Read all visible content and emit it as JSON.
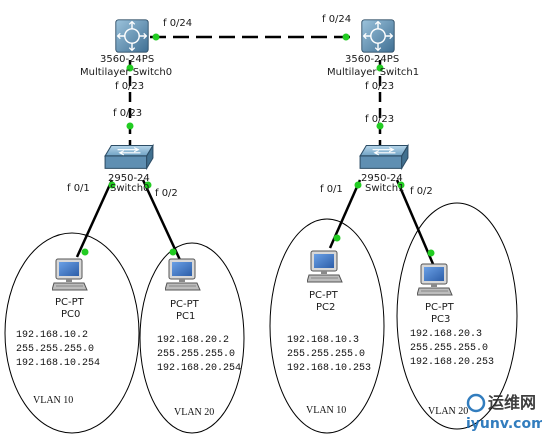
{
  "devices": {
    "ms0": {
      "model": "3560-24PS",
      "name": "Multilayer Switch0"
    },
    "ms1": {
      "model": "3560-24PS",
      "name": "Multilayer Switch1"
    },
    "sw0": {
      "model": "2950-24",
      "name": "Switch0"
    },
    "sw1": {
      "model": "2950-24",
      "name": "Switch1"
    },
    "pcs": [
      {
        "type": "PC-PT",
        "name": "PC0",
        "ip": "192.168.10.2",
        "mask": "255.255.255.0",
        "gateway": "192.168.10.254",
        "vlan": "VLAN 10"
      },
      {
        "type": "PC-PT",
        "name": "PC1",
        "ip": "192.168.20.2",
        "mask": "255.255.255.0",
        "gateway": "192.168.20.254",
        "vlan": "VLAN 20"
      },
      {
        "type": "PC-PT",
        "name": "PC2",
        "ip": "192.168.10.3",
        "mask": "255.255.255.0",
        "gateway": "192.168.10.253",
        "vlan": "VLAN 10"
      },
      {
        "type": "PC-PT",
        "name": "PC3",
        "ip": "192.168.20.3",
        "mask": "255.255.255.0",
        "gateway": "192.168.20.253",
        "vlan": "VLAN 20"
      }
    ]
  },
  "ports": {
    "ms0_ms1_a": "f 0/24",
    "ms0_ms1_b": "f 0/24",
    "ms0_sw0_a": "f 0/23",
    "ms0_sw0_b": "f 0/23",
    "ms1_sw1_a": "f 0/23",
    "ms1_sw1_b": "f 0/23",
    "sw0_pc0": "f 0/1",
    "sw0_pc1": "f 0/2",
    "sw1_pc2": "f 0/1",
    "sw1_pc3": "f 0/2"
  },
  "watermark": {
    "text_cn": "运维网",
    "text_url": "iyunv.com"
  },
  "colors": {
    "link": "#000000",
    "port_dot": "#22cc22",
    "switch_blue": "#4f86a8",
    "screen": "#3f78c8"
  }
}
